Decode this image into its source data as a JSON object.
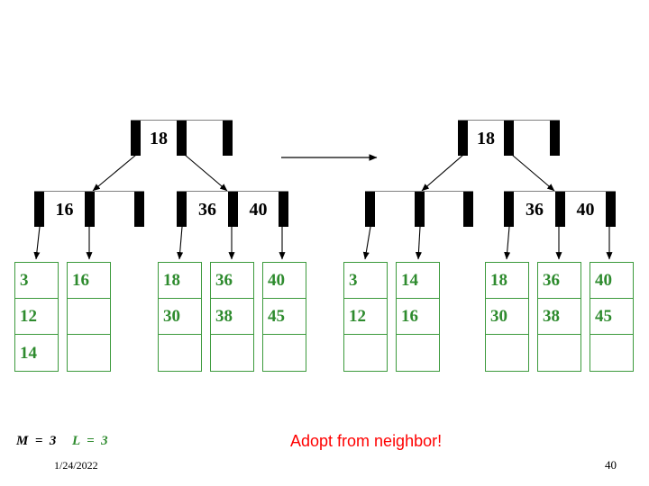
{
  "slide": {
    "page_number": "40",
    "date": "1/24/2022",
    "caption": "Adopt from neighbor!",
    "params": {
      "m_label": "M  =  3",
      "l_label": "L  =  3"
    },
    "colors": {
      "leaf_border": "#3c9a3c",
      "leaf_text": "#2e8b2e",
      "node_fill": "#000000",
      "caption": "#ff0000",
      "key_text": "#000000"
    }
  },
  "before": {
    "label": "before-adoption",
    "root": {
      "keys": [
        "18",
        ""
      ],
      "pointers": 3
    },
    "internal_left": {
      "keys": [
        "16",
        ""
      ],
      "pointers": 3
    },
    "internal_right": {
      "keys": [
        "36",
        "40"
      ],
      "pointers": 3
    },
    "leaves": [
      {
        "name": "leaf-1",
        "values": [
          "3",
          "12",
          "14"
        ]
      },
      {
        "name": "leaf-2",
        "values": [
          "16",
          "",
          ""
        ]
      },
      {
        "name": "leaf-3",
        "values": [
          "18",
          "30",
          ""
        ]
      },
      {
        "name": "leaf-4",
        "values": [
          "36",
          "38",
          ""
        ]
      },
      {
        "name": "leaf-5",
        "values": [
          "40",
          "45",
          ""
        ]
      }
    ]
  },
  "after": {
    "label": "after-adoption",
    "root": {
      "keys": [
        "18",
        ""
      ],
      "pointers": 3
    },
    "internal_left": {
      "keys": [
        "",
        ""
      ],
      "pointers": 3
    },
    "internal_right": {
      "keys": [
        "36",
        "40"
      ],
      "pointers": 3
    },
    "leaves": [
      {
        "name": "leaf-1",
        "values": [
          "3",
          "12",
          ""
        ]
      },
      {
        "name": "leaf-2",
        "values": [
          "14",
          "16",
          ""
        ]
      },
      {
        "name": "leaf-3",
        "values": [
          "18",
          "30",
          ""
        ]
      },
      {
        "name": "leaf-4",
        "values": [
          "36",
          "38",
          ""
        ]
      },
      {
        "name": "leaf-5",
        "values": [
          "40",
          "45",
          ""
        ]
      }
    ]
  }
}
